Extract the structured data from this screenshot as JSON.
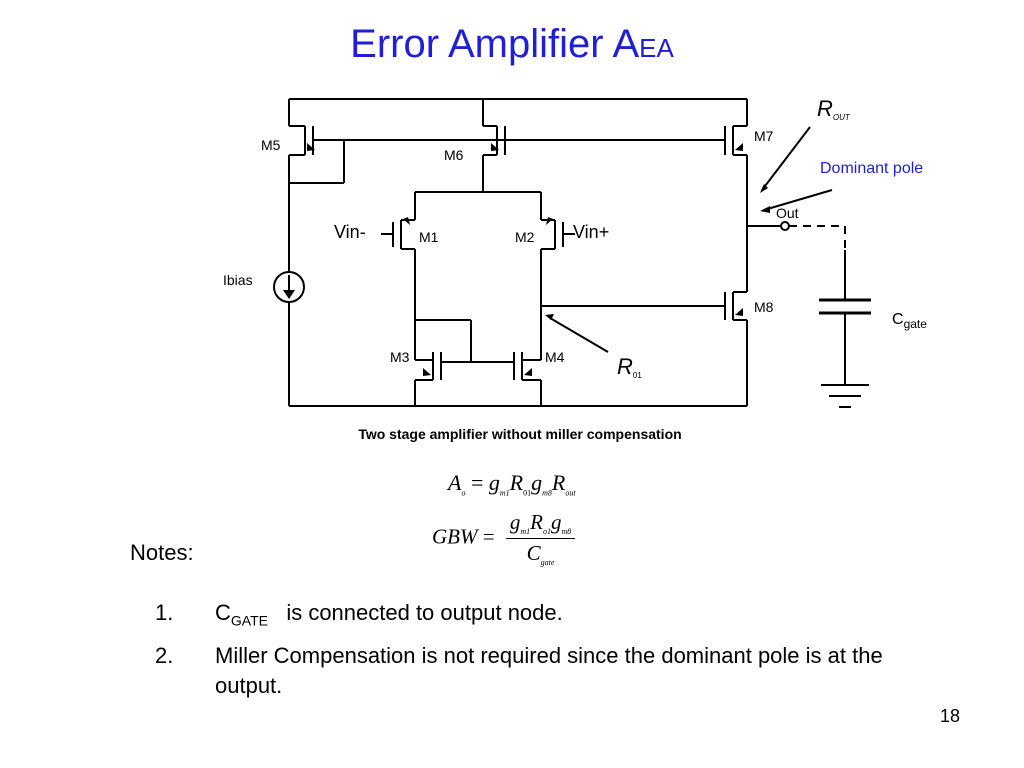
{
  "slide": {
    "title_main": "Error Amplifier A",
    "title_sub": "EA",
    "caption": "Two stage amplifier without miller compensation",
    "page_number": "18"
  },
  "circuit": {
    "labels": {
      "m1": "M1",
      "m2": "M2",
      "m3": "M3",
      "m4": "M4",
      "m5": "M5",
      "m6": "M6",
      "m7": "M7",
      "m8": "M8",
      "vin_minus": "Vin-",
      "vin_plus": "Vin+",
      "ibias": "Ibias",
      "out": "Out",
      "dominant_pole": "Dominant pole",
      "rout_main": "R",
      "rout_sub": "OUT",
      "r01_main": "R",
      "r01_sub": "01",
      "cgate_main": "C",
      "cgate_sub": "gate"
    },
    "colors": {
      "title": "#1f1fd6",
      "dominant_pole": "#1f1fd6",
      "wire": "#000000"
    }
  },
  "equations": {
    "ao": {
      "A": "A",
      "o": "o",
      "eq": "=",
      "g1": "g",
      "m1": "m1",
      "R1": "R",
      "r01": "01",
      "g2": "g",
      "m8": "m8",
      "R2": "R",
      "out": "out"
    },
    "gbw": {
      "lhs": "GBW",
      "eq": "=",
      "g1": "g",
      "m1": "m1",
      "R": "R",
      "o1": "o1",
      "g2": "g",
      "m8": "m8",
      "C": "C",
      "gate": "gate"
    }
  },
  "notes": {
    "label": "Notes:",
    "items": [
      {
        "num": "1.",
        "c": "C",
        "c_sub": "GATE",
        "text": "is connected to output node."
      },
      {
        "num": "2.",
        "text": "Miller Compensation is not required since the dominant pole is at the output."
      }
    ]
  }
}
